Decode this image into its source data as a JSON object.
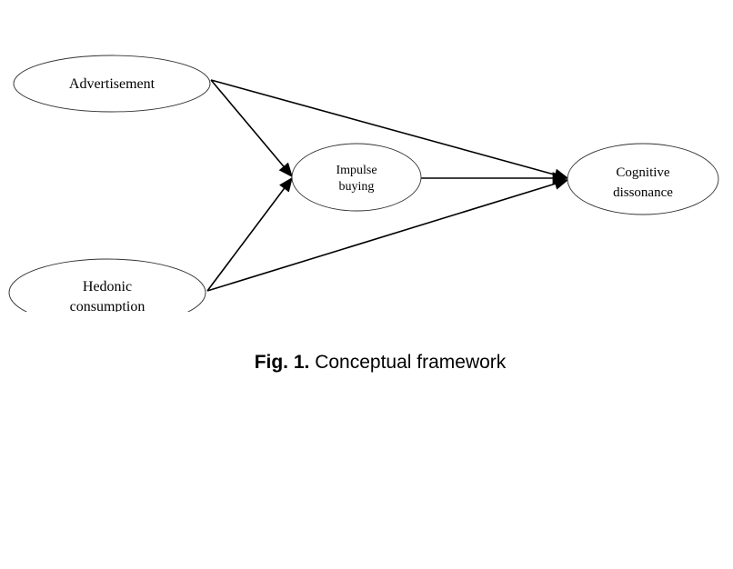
{
  "diagram": {
    "type": "conceptual-framework",
    "nodes": [
      {
        "id": "advertisement",
        "lines": [
          "Advertisement"
        ]
      },
      {
        "id": "hedonic",
        "lines": [
          "Hedonic",
          "consumption"
        ]
      },
      {
        "id": "impulse",
        "lines": [
          "Impulse",
          "buying"
        ]
      },
      {
        "id": "cognitive",
        "lines": [
          "Cognitive",
          "dissonance"
        ]
      }
    ],
    "edges": [
      {
        "from": "advertisement",
        "to": "impulse"
      },
      {
        "from": "advertisement",
        "to": "cognitive"
      },
      {
        "from": "hedonic",
        "to": "impulse"
      },
      {
        "from": "hedonic",
        "to": "cognitive"
      },
      {
        "from": "impulse",
        "to": "cognitive"
      }
    ]
  },
  "caption": {
    "label": "Fig. 1.",
    "text": " Conceptual framework"
  }
}
